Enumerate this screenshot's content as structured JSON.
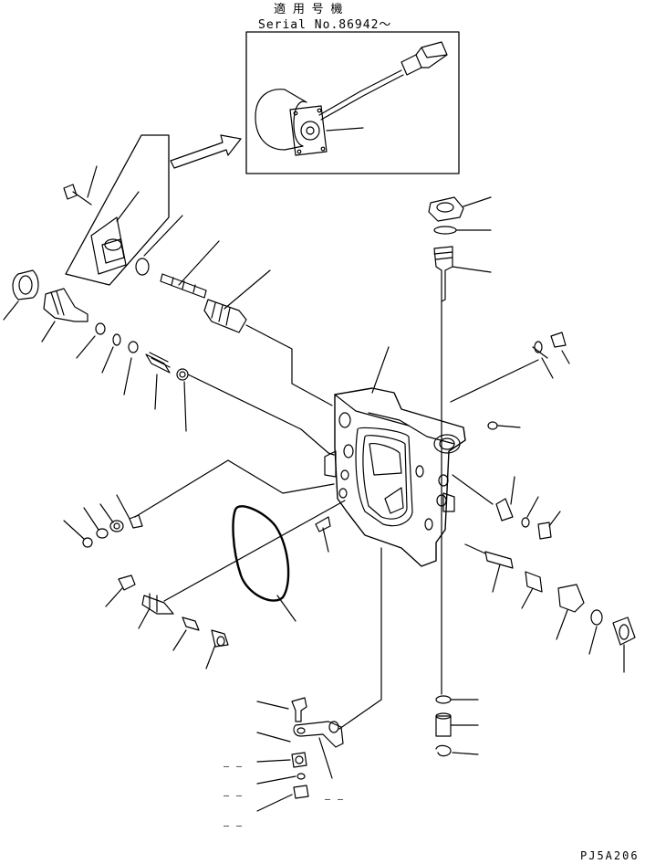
{
  "header": {
    "applicable_models": "適 用 号 機",
    "serial": "Serial No.86942～"
  },
  "inset": {
    "arrow_icon": "right-arrow-icon",
    "part_icon": "solenoid-with-connector-icon"
  },
  "footer": {
    "code": "PJ5A206"
  },
  "marks": {
    "dash": "– –"
  }
}
